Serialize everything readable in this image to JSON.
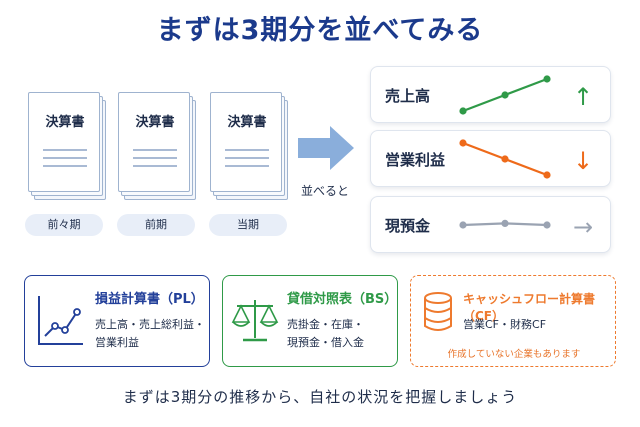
{
  "title": "まずは3期分を並べてみる",
  "documents": [
    {
      "doc_title": "決算書",
      "period": "前々期"
    },
    {
      "doc_title": "決算書",
      "period": "前期"
    },
    {
      "doc_title": "決算書",
      "period": "当期"
    }
  ],
  "arrow_caption": "並べると",
  "metrics": [
    {
      "label": "売上高",
      "trend": "up",
      "color": "#2f9a48",
      "values": [
        1,
        2,
        3
      ],
      "trend_glyph": "↑"
    },
    {
      "label": "営業利益",
      "trend": "down",
      "color": "#ee6a1a",
      "values": [
        3,
        2,
        1
      ],
      "trend_glyph": "↓"
    },
    {
      "label": "現預金",
      "trend": "flat",
      "color": "#9aa3b2",
      "values": [
        2,
        2.1,
        2
      ],
      "trend_glyph": "→"
    }
  ],
  "statements": {
    "pl": {
      "title": "損益計算書（PL）",
      "line1": "売上高・売上総利益・",
      "line2": "営業利益",
      "color": "#23409a"
    },
    "bs": {
      "title": "貸借対照表（BS）",
      "line1": "売掛金・在庫・",
      "line2": "現預金・借入金",
      "color": "#2f9a48"
    },
    "cf": {
      "title": "キャッシュフロー計算書（CF）",
      "line1": "営業CF・財務CF",
      "note": "作成していない企業もあります",
      "color": "#ee7a2e"
    }
  },
  "footer": "まずは3期分の推移から、自社の状況を把握しましょう"
}
